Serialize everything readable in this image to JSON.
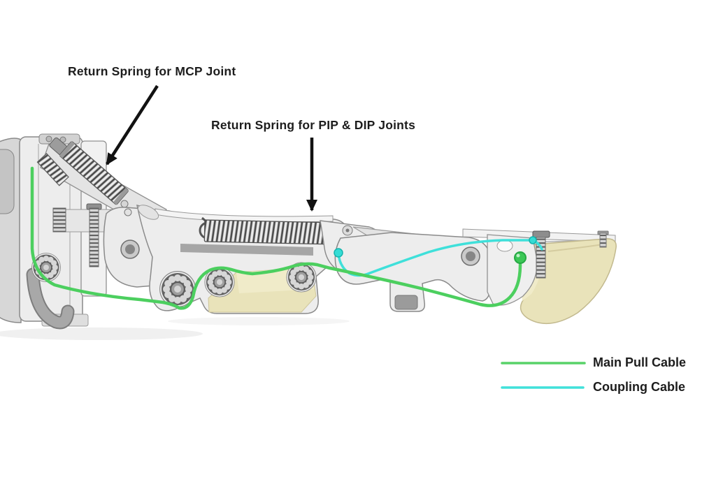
{
  "diagram": {
    "type": "technical-illustration",
    "subject": "Tendon-driven robotic finger side cross-section with return springs and cable routing",
    "annotations": {
      "mcp_spring_label": "Return Spring for MCP Joint",
      "pip_dip_spring_label": "Return Spring for PIP & DIP Joints"
    },
    "legend": {
      "items": [
        {
          "id": "main-pull-cable",
          "label": "Main Pull Cable",
          "color": "#58d268"
        },
        {
          "id": "coupling-cable",
          "label": "Coupling Cable",
          "color": "#40e1da"
        }
      ]
    },
    "colors": {
      "annotation_text": "#1d1d1d",
      "arrow": "#121212",
      "main_pull_cable": "#4ccf5f",
      "coupling_cable": "#3fe0da",
      "green_anchor": "#3cc757",
      "cyan_anchor": "#35dcd5",
      "body_fill": "#ededed",
      "body_outline": "#8a8a8a",
      "fingertip_pad": "#e9e3ba",
      "background": "#ffffff"
    }
  }
}
